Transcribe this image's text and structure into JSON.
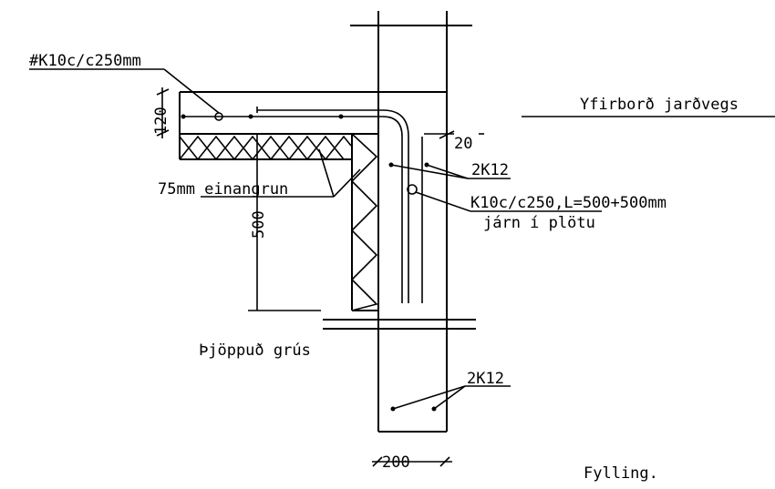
{
  "labels": {
    "top_reinforcement": "#K10c/c250mm",
    "slab_thickness": "120",
    "surface": "Yfirborð jarðvegs",
    "offset_20": "20",
    "bars_upper": "2K12",
    "insulation": "75mm einangrun",
    "depth_500": "500",
    "dowel_bars": "K10c/c250,L=500+500mm",
    "dowel_note": "járn í plötu",
    "gravel": "Þjöppuð grús",
    "bars_lower": "2K12",
    "width_200": "200",
    "fill": "Fylling."
  }
}
